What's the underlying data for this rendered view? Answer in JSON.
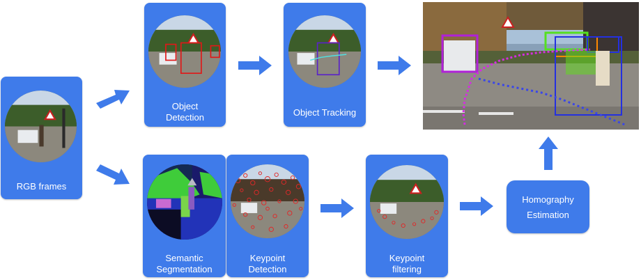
{
  "nodes": {
    "rgb": {
      "label": "RGB frames"
    },
    "detection": {
      "line1": "Object",
      "line2": "Detection"
    },
    "tracking": {
      "label": "Object Tracking"
    },
    "segmentation": {
      "line1": "Semantic",
      "line2": "Segmentation"
    },
    "keypoint_detection": {
      "line1": "Keypoint",
      "line2": "Detection"
    },
    "keypoint_filtering": {
      "line1": "Keypoint",
      "line2": "filtering"
    },
    "homography": {
      "line1": "Homography",
      "line2": "Estimation"
    }
  },
  "colors": {
    "card": "#3f7bea",
    "arrow": "#3f7bea",
    "text": "#ffffff"
  }
}
